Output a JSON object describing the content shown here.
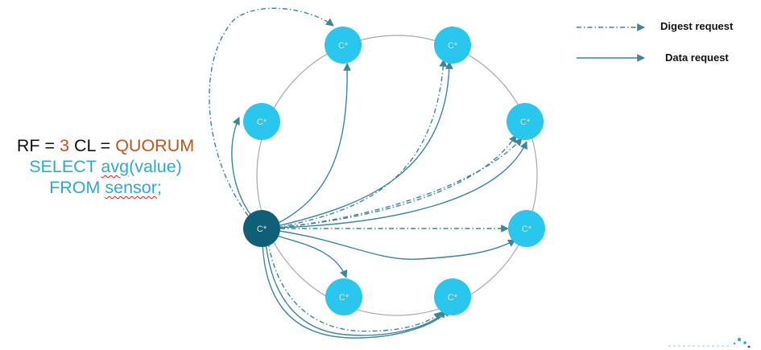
{
  "query": {
    "rf_label": "RF = ",
    "rf_value": "3",
    "cl_label": " CL = ",
    "cl_value": "QUORUM",
    "select_keyword": "SELECT ",
    "select_func": "avg",
    "select_arg": "(value)",
    "from_keyword": "FROM ",
    "from_table": "sensor",
    "terminator": ";"
  },
  "legend": {
    "digest_label": "Digest request",
    "data_label": "Data request"
  },
  "nodes": [
    {
      "id": "top-left",
      "label": "C*",
      "role": "replica"
    },
    {
      "id": "top-right",
      "label": "C*",
      "role": "replica"
    },
    {
      "id": "left",
      "label": "C*",
      "role": "replica"
    },
    {
      "id": "right-upper",
      "label": "C*",
      "role": "replica"
    },
    {
      "id": "coordinator",
      "label": "C*",
      "role": "coordinator"
    },
    {
      "id": "right-lower",
      "label": "C*",
      "role": "replica"
    },
    {
      "id": "bottom-left",
      "label": "C*",
      "role": "replica"
    },
    {
      "id": "bottom-right",
      "label": "C*",
      "role": "replica"
    }
  ],
  "colors": {
    "node": "#29c6ee",
    "coordinator": "#0f5f78",
    "arrow": "#3a86a2",
    "ring": "#a9a9a9",
    "node_text": "#e8e0b0"
  }
}
